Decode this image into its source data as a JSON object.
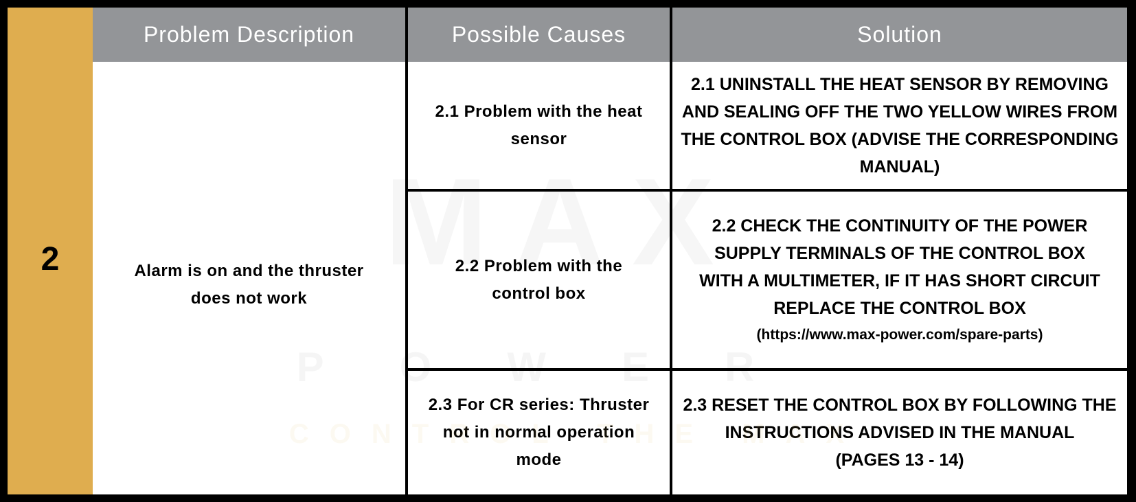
{
  "row_number": "2",
  "headers": {
    "problem": "Problem Description",
    "causes": "Possible Causes",
    "solution": "Solution"
  },
  "problem": "Alarm is on and the thruster does not work",
  "rows": [
    {
      "cause": "2.1 Problem with the heat sensor",
      "solution": "2.1 UNINSTALL THE HEAT SENSOR BY REMOVING AND SEALING OFF THE TWO YELLOW WIRES FROM THE CONTROL BOX (ADVISE THE CORRESPONDING MANUAL)",
      "note": ""
    },
    {
      "cause": "2.2 Problem with the control box",
      "solution": "2.2 CHECK THE CONTINUITY OF THE POWER SUPPLY TERMINALS OF THE CONTROL BOX WITH A MULTIMETER, IF IT HAS SHORT CIRCUIT REPLACE THE CONTROL BOX",
      "note": "(https://www.max-power.com/spare-parts)"
    },
    {
      "cause": "2.3 For CR series: Thruster not in normal operation mode",
      "solution": "2.3 RESET THE CONTROL BOX BY FOLLOWING THE INSTRUCTIONS ADVISED IN THE MANUAL",
      "note": "(PAGES 13 - 14)"
    }
  ],
  "watermark": {
    "logo": "MAX",
    "brand": "POWER",
    "tagline": "CONTROL THE MAX"
  },
  "colors": {
    "gold": "#dfad4f",
    "header": "#939598"
  }
}
